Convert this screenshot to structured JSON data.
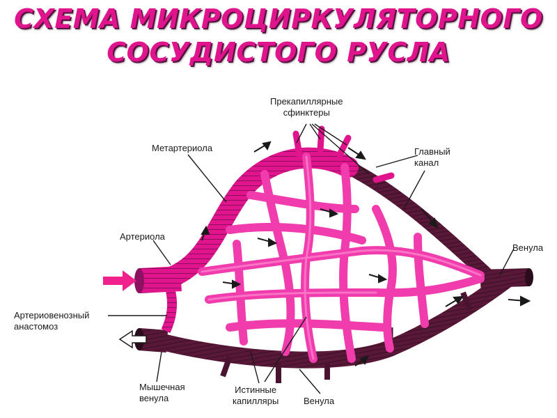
{
  "title": {
    "line1": "СХЕМА МИКРОЦИРКУЛЯТОРНОГО",
    "line2": "СОСУДИСТОГО РУСЛА"
  },
  "labels": {
    "precapillary_sphincters": [
      "Прекапиллярные",
      "сфинктеры"
    ],
    "metarteriole": "Метартериола",
    "main_channel": [
      "Главный",
      "канал"
    ],
    "arteriole": "Артериола",
    "venule_right": "Венула",
    "av_anastomosis": [
      "Артериовенозный",
      "анастомоз"
    ],
    "muscular_venule": [
      "Мышечная",
      "венула"
    ],
    "true_capillaries": [
      "Истинные",
      "капилляры"
    ],
    "venule_bottom": "Венула"
  },
  "colors": {
    "title": "#e0148c",
    "artery": "#e0148c",
    "artery_dark": "#8e1060",
    "capillary": "#f03cac",
    "vein": "#5a1838",
    "vein_dark": "#2a0c1c",
    "inflow_arrow": "#f0208c",
    "label_text": "#1a1a1a"
  },
  "icons": {
    "inflow_arrow": "arrow-right-filled",
    "outflow_arrow": "arrow-left-outline"
  }
}
